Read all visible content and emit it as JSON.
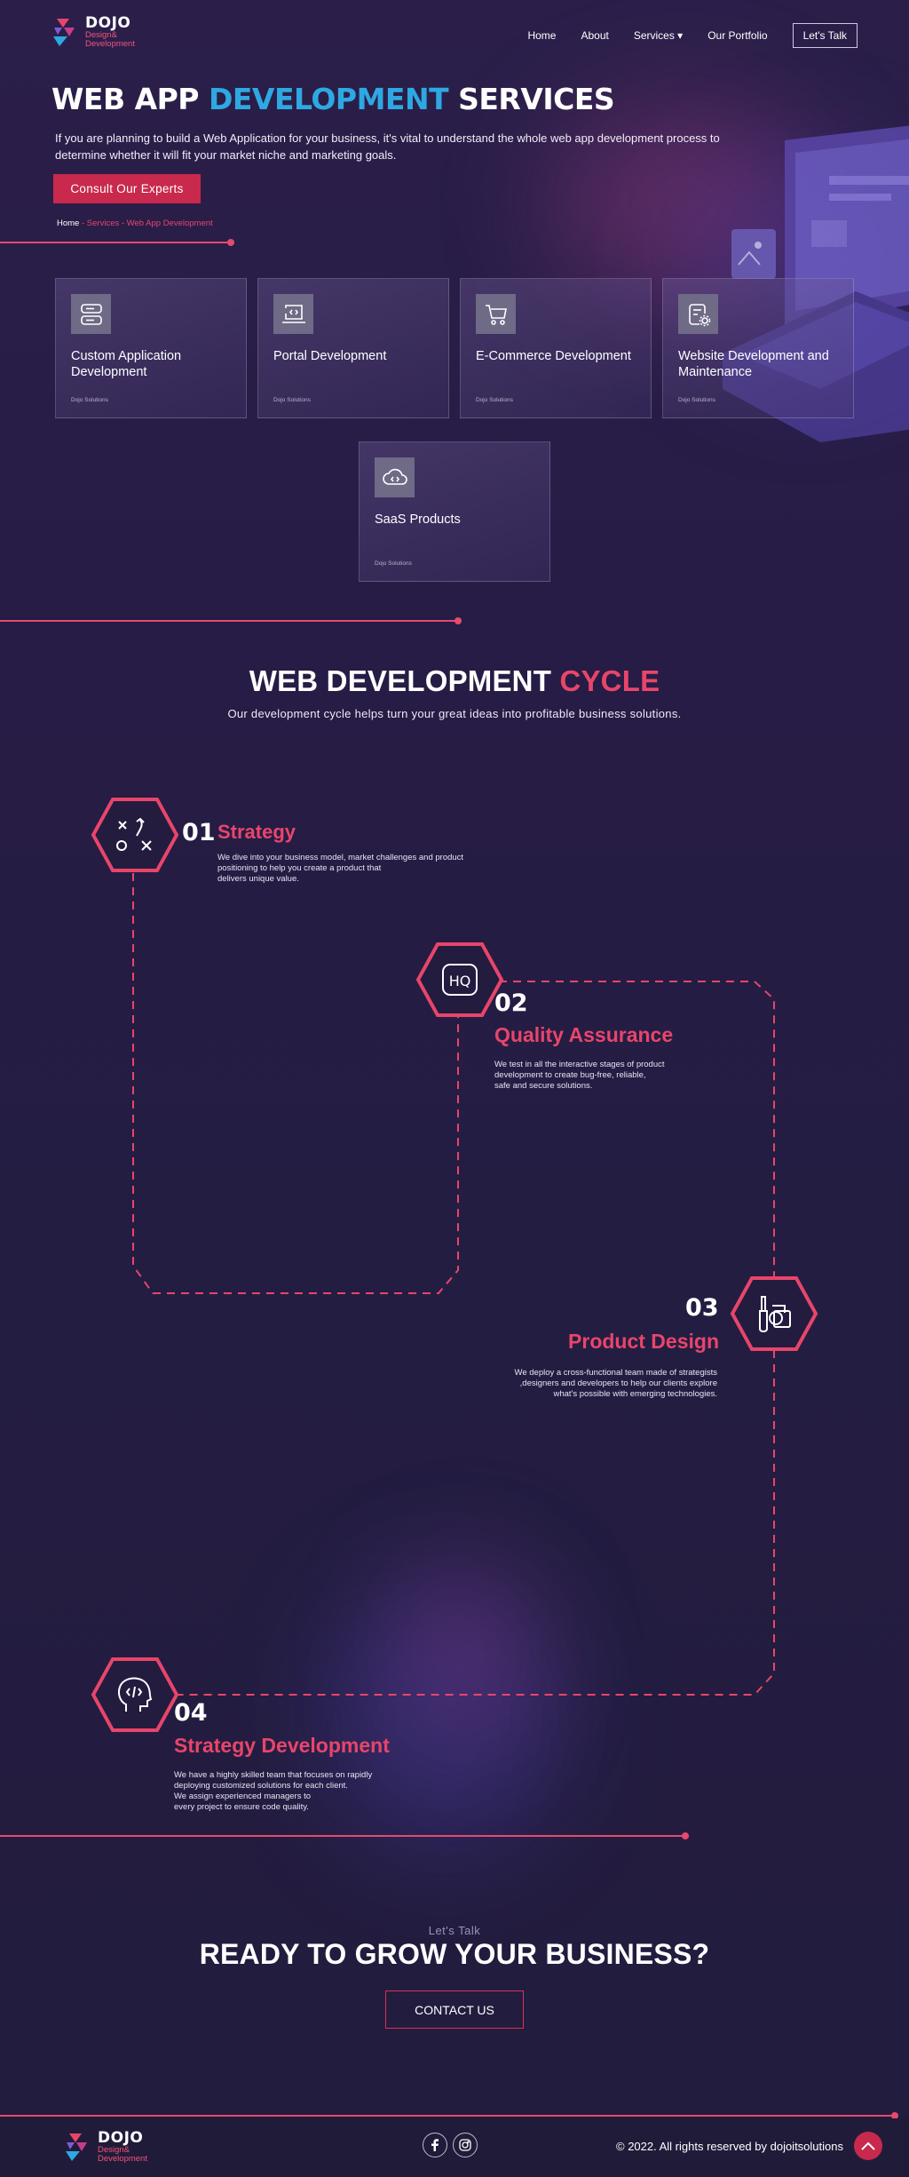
{
  "header": {
    "logo_title": "DOJO",
    "logo_sub_1": "Design&",
    "logo_sub_2": "Development",
    "nav": {
      "home": "Home",
      "about": "About",
      "services": "Services ▾",
      "portfolio": "Our Portfolio",
      "talk": "Let's Talk"
    }
  },
  "hero": {
    "title_part1": "WEB APP ",
    "title_accent": "DEVELOPMENT",
    "title_part2": " SERVICES",
    "description": "If you are planning to build a Web Application for your business, it's vital to understand the whole web app development process to determine whether it will fit your market niche and marketing goals.",
    "cta": "Consult Our Experts",
    "breadcrumb": {
      "home": "Home",
      "sep1": " - ",
      "services": "Services",
      "sep2": " - ",
      "current": "Web App Development"
    }
  },
  "services": [
    {
      "title": "Custom Application Development",
      "footer": "Dojo Solutions",
      "icon": "server-icon"
    },
    {
      "title": "Portal Development",
      "footer": "Dojo Solutions",
      "icon": "laptop-code-icon"
    },
    {
      "title": "E-Commerce Development",
      "footer": "Dojo Solutions",
      "icon": "cart-icon"
    },
    {
      "title": "Website Development and Maintenance",
      "footer": "Dojo Solutions",
      "icon": "document-gear-icon"
    },
    {
      "title": "SaaS Products",
      "footer": "Dojo Solutions",
      "icon": "cloud-code-icon"
    }
  ],
  "cycle": {
    "title_part1": "WEB DEVELOPMENT ",
    "title_accent": "CYCLE",
    "subtitle": "Our development cycle helps turn your great ideas into profitable business solutions.",
    "steps": [
      {
        "num": "01",
        "title": "Strategy",
        "desc": [
          "We dive into your business model, market challenges and product",
          "positioning to help you create a product that",
          "delivers unique value."
        ],
        "icon": "strategy-icon"
      },
      {
        "num": "02",
        "title": "Quality Assurance",
        "desc": [
          "We test in all the interactive stages of product",
          "development to create bug-free, reliable,",
          "safe and secure solutions."
        ],
        "icon": "hq-icon"
      },
      {
        "num": "03",
        "title": "Product Design",
        "desc": [
          "We deploy a cross-functional team made of strategists",
          ",designers and developers to help our clients explore",
          "what's possible with emerging technologies."
        ],
        "icon": "design-tools-icon"
      },
      {
        "num": "04",
        "title": "Strategy Development",
        "desc": [
          "We have a highly skilled team that focuses on rapidly",
          "deploying customized solutions for each client.",
          "We assign experienced managers to",
          "every project to ensure code quality."
        ],
        "icon": "head-code-icon"
      }
    ]
  },
  "cta": {
    "lets_talk": "Let's Talk",
    "title": "READY TO GROW YOUR BUSINESS?",
    "button": "CONTACT US"
  },
  "footer": {
    "logo_title": "DOJO",
    "logo_sub_1": "Design&",
    "logo_sub_2": "Development",
    "copyright": "© 2022. All rights reserved by dojoitsolutions"
  },
  "colors": {
    "accent_pink": "#e8456b",
    "accent_blue": "#2ea8e2",
    "background": "#231c3f"
  }
}
